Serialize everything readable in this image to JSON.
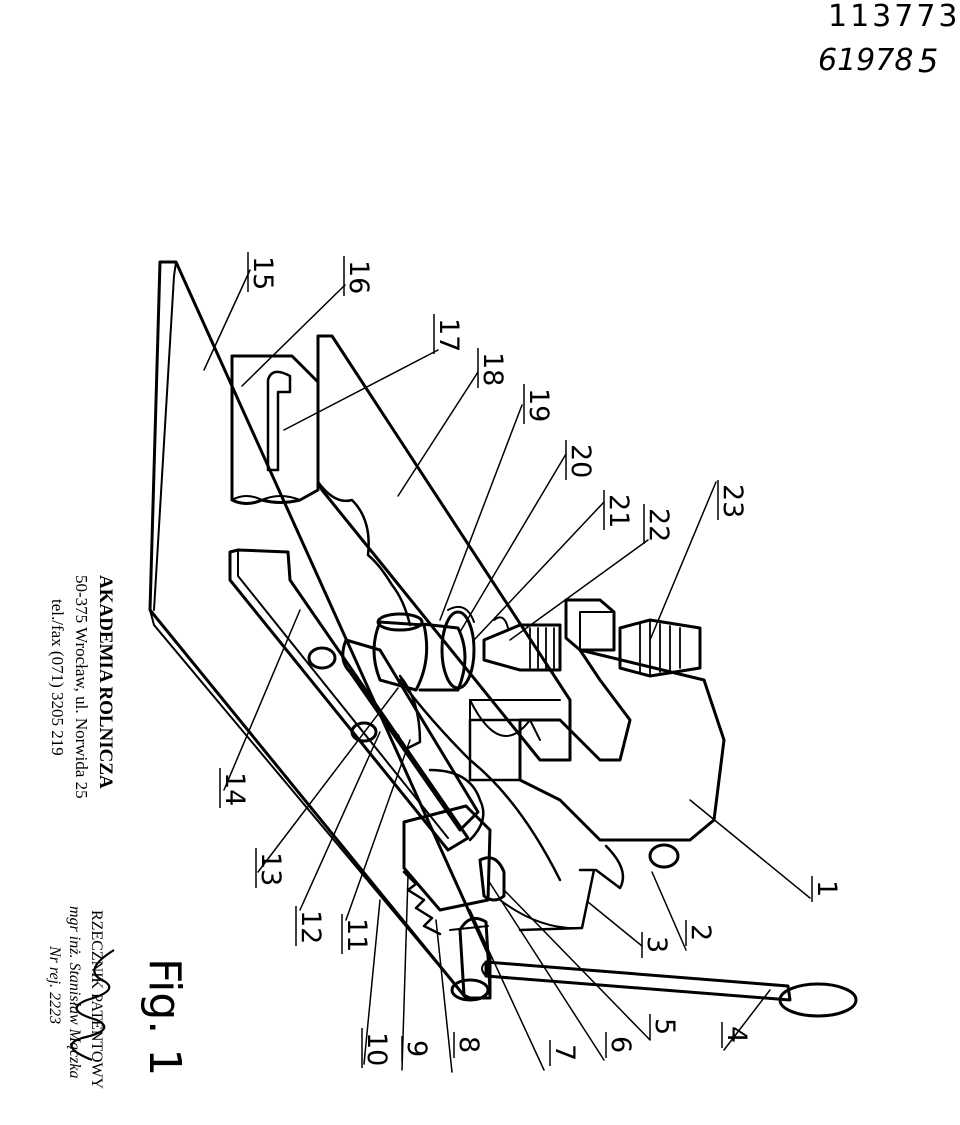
{
  "header": {
    "doc_number": "113773",
    "handwritten_ref": "61978",
    "sheet": "5"
  },
  "figure": {
    "title": "Fig. 1",
    "labels": [
      "1",
      "2",
      "3",
      "4",
      "5",
      "6",
      "7",
      "8",
      "9",
      "10",
      "11",
      "12",
      "13",
      "14",
      "15",
      "16",
      "17",
      "18",
      "19",
      "20",
      "21",
      "22",
      "23"
    ]
  },
  "stamp_institution": {
    "name": "AKADEMIA ROLNICZA",
    "address": "50-375 Wrocław, ul. Norwida 25",
    "phone": "tel./fax (071) 3205 219"
  },
  "stamp_attorney": {
    "title": "RZECZNIK PATENTOWY",
    "name": "mgr inż. Stanisław Mączka",
    "number": "Nr rej. 2223"
  }
}
